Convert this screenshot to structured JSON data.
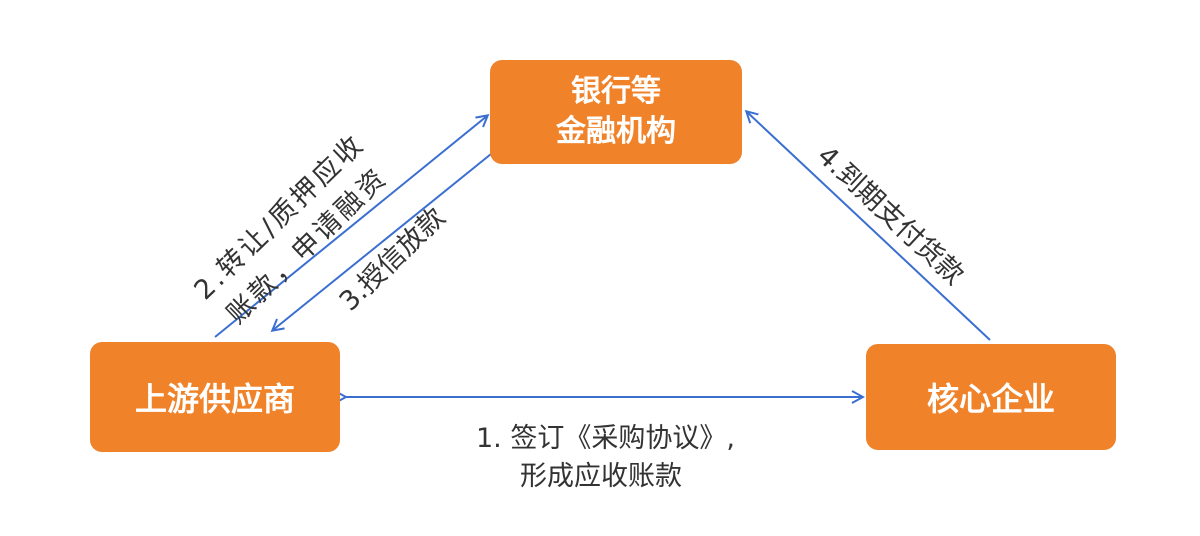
{
  "nodes": {
    "bank": {
      "line1": "银行等",
      "line2": "金融机构"
    },
    "supplier": {
      "label": "上游供应商"
    },
    "core": {
      "label": "核心企业"
    }
  },
  "edges": {
    "step1": {
      "line1": "1.  签订《采购协议》,",
      "line2": "形成应收账款"
    },
    "step2": {
      "line1": "2.转让/质押应收",
      "line2": "账款，申请融资"
    },
    "step3": {
      "label": "3.授信放款"
    },
    "step4": {
      "label": "4.到期支付货款"
    }
  },
  "colors": {
    "node_fill": "#f0822a",
    "node_text": "#ffffff",
    "arrow": "#3a6fd1",
    "label_text": "#333333"
  }
}
